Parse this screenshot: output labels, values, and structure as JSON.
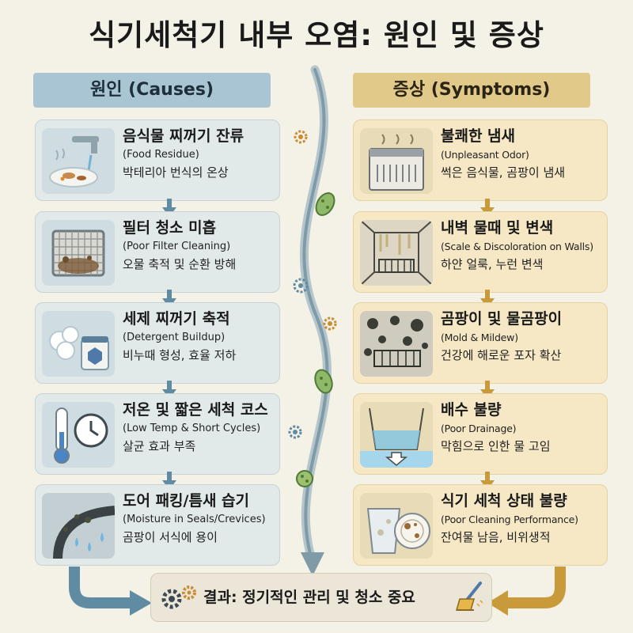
{
  "title": "식기세척기 내부 오염: 원인 및 증상",
  "causes": {
    "header": "원인 (Causes)",
    "items": [
      {
        "title": "음식물 찌꺼기 잔류",
        "english": "(Food Residue)",
        "desc": "박테리아 번식의 온상"
      },
      {
        "title": "필터 청소 미흡",
        "english": "(Poor Filter Cleaning)",
        "desc": "오물 축적 및 순환 방해"
      },
      {
        "title": "세제 찌꺼기 축적",
        "english": "(Detergent Buildup)",
        "desc": "비누때 형성, 효율 저하"
      },
      {
        "title": "저온 및 짧은 세척 코스",
        "english": "(Low Temp & Short Cycles)",
        "desc": "살균 효과 부족"
      },
      {
        "title": "도어 패킹/틈새 습기",
        "english": "(Moisture in Seals/Crevices)",
        "desc": "곰팡이 서식에 용이"
      }
    ]
  },
  "symptoms": {
    "header": "증상 (Symptoms)",
    "items": [
      {
        "title": "불쾌한 냄새",
        "english": "(Unpleasant Odor)",
        "desc": "썩은 음식물, 곰팡이 냄새"
      },
      {
        "title": "내벽 물때 및 변색",
        "english": "(Scale & Discoloration on Walls)",
        "desc": "하얀 얼룩, 누런 변색"
      },
      {
        "title": "곰팡이 및 물곰팡이",
        "english": "(Mold & Mildew)",
        "desc": "건강에 해로운 포자 확산"
      },
      {
        "title": "배수 불량",
        "english": "(Poor Drainage)",
        "desc": "막힘으로 인한 물 고임"
      },
      {
        "title": "식기 세척 상태 불량",
        "english": "(Poor Cleaning Performance)",
        "desc": "잔여물 남음, 비위생적"
      }
    ]
  },
  "footer": {
    "text": "결과: 정기적인 관리 및 청소 중요"
  },
  "colors": {
    "causes_header": "#a9c4d3",
    "symptoms_header": "#e1c98a",
    "cause_card": "#e1e9e9",
    "symptom_card": "#f6e8c5",
    "cause_arrow": "#5f8ba3",
    "symptom_arrow": "#c99a3a",
    "background": "#f4f1e6"
  }
}
